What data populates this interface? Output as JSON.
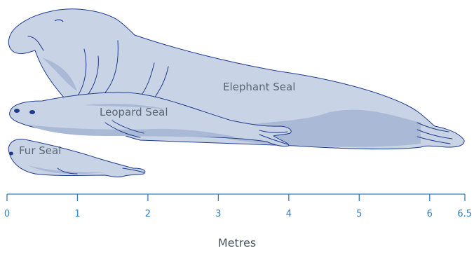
{
  "seals": [
    {
      "id": "elephant",
      "name": "Elephant Seal",
      "length_m": 6.5
    },
    {
      "id": "leopard",
      "name": "Leopard Seal",
      "length_m": 4.0
    },
    {
      "id": "fur",
      "name": "Fur Seal",
      "length_m": 2.0
    }
  ],
  "scale": {
    "title": "Metres",
    "ticks": [
      "0",
      "1",
      "2",
      "3",
      "4",
      "5",
      "6",
      "6.5"
    ],
    "tick_values": [
      0,
      1,
      2,
      3,
      4,
      5,
      6,
      6.5
    ],
    "range": [
      0,
      6.5
    ]
  },
  "colors": {
    "body": "#c9d3e6",
    "outline": "#1f3c8c",
    "axis": "#2f7fc0"
  }
}
